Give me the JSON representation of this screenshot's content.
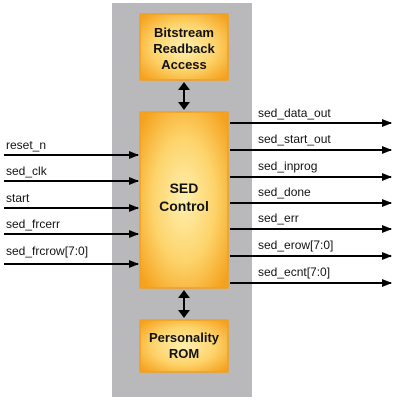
{
  "diagram": {
    "blocks": {
      "bitstream": [
        "Bitstream",
        "Readback",
        "Access"
      ],
      "control": [
        "SED",
        "Control"
      ],
      "rom": [
        "Personality",
        "ROM"
      ]
    },
    "inputs": [
      "reset_n",
      "sed_clk",
      "start",
      "sed_frcerr",
      "sed_frcrow[7:0]"
    ],
    "outputs": [
      "sed_data_out",
      "sed_start_out",
      "sed_inprog",
      "sed_done",
      "sed_err",
      "sed_erow[7:0]",
      "sed_ecnt[7:0]"
    ]
  },
  "colors": {
    "panel": "#b9b9bb",
    "block_fill_center": "#fddc7a",
    "block_fill_edge": "#f5a623",
    "line": "#000000",
    "text": "#111111"
  }
}
